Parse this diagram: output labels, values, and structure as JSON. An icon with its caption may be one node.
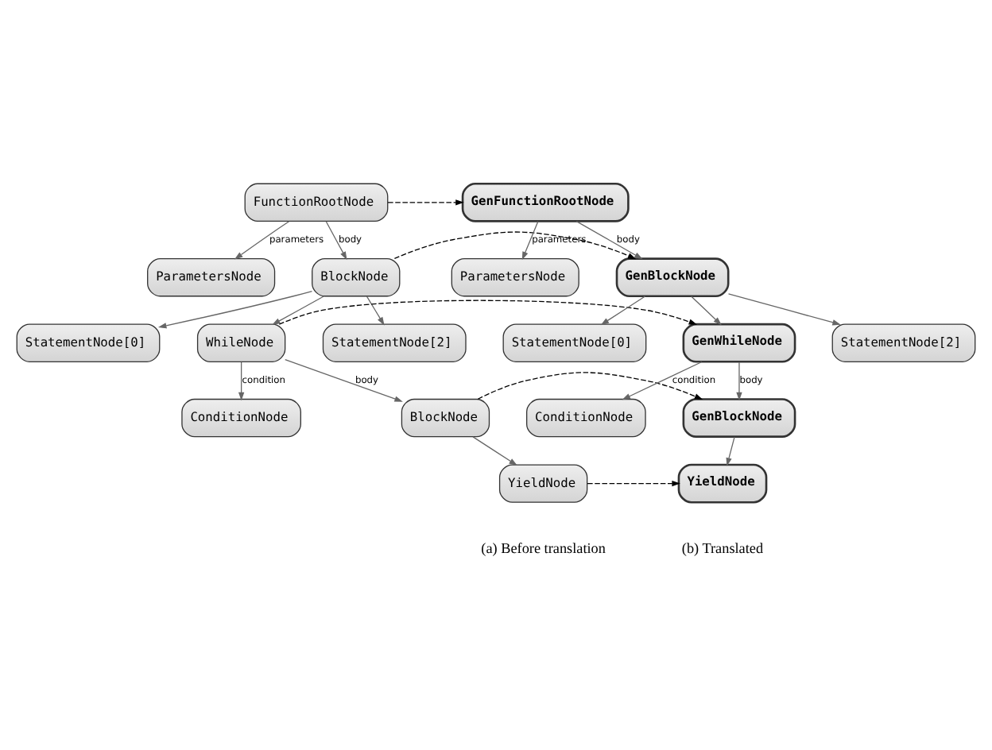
{
  "diagram": {
    "nodes": [
      {
        "text": [
          "FunctionRootNode"
        ]
      },
      {
        "text": [
          "ParametersNode"
        ]
      },
      {
        "text": [
          "BlockNode"
        ]
      },
      {
        "text": [
          "StatementNode[0]"
        ]
      },
      {
        "text": [
          "WhileNode"
        ]
      },
      {
        "text": [
          "ConditionNode"
        ]
      },
      {
        "text": [
          "BlockNode"
        ]
      },
      {
        "text": [
          "YieldNode"
        ]
      },
      {
        "text": [
          "StatementNode[2]"
        ]
      },
      {
        "text": [
          "GenFunctionRootNode"
        ]
      },
      {
        "text": [
          "ParametersNode"
        ]
      },
      {
        "text": [
          "GenBlockNode"
        ]
      },
      {
        "text": [
          "StatementNode[0]"
        ]
      },
      {
        "text": [
          "GenWhileNode"
        ]
      },
      {
        "text": [
          "ConditionNode"
        ]
      },
      {
        "text": [
          "GenBlockNode"
        ]
      },
      {
        "text": [
          "YieldNode"
        ]
      },
      {
        "text": [
          "StatementNode[2]"
        ]
      }
    ],
    "edges": [
      {
        "from": 0,
        "to": 1,
        "arrow": "to",
        "label": "parameters"
      },
      {
        "from": 0,
        "to": 2,
        "arrow": "to",
        "label": "body"
      },
      {
        "from": 2,
        "to": 3,
        "arrow": "to"
      },
      {
        "from": 2,
        "to": 4,
        "arrow": "to"
      },
      {
        "from": 4,
        "to": 5,
        "arrow": "to",
        "label": "condition"
      },
      {
        "from": 4,
        "to": 6,
        "arrow": "to",
        "label": "body"
      },
      {
        "from": 6,
        "to": 7,
        "arrow": "to"
      },
      {
        "from": 2,
        "to": 8,
        "arrow": "to"
      },
      {
        "from": 9,
        "to": 10,
        "arrow": "to",
        "label": "parameters"
      },
      {
        "from": 9,
        "to": 11,
        "arrow": "to",
        "label": "body"
      },
      {
        "from": 11,
        "to": 12,
        "arrow": "to"
      },
      {
        "from": 11,
        "to": 13,
        "arrow": "to"
      },
      {
        "from": 13,
        "to": 14,
        "arrow": "to",
        "label": "condition"
      },
      {
        "from": 13,
        "to": 15,
        "arrow": "to",
        "label": "body"
      },
      {
        "from": 15,
        "to": 16,
        "arrow": "to"
      },
      {
        "from": 11,
        "to": 17,
        "arrow": "to"
      },
      {
        "from": 0,
        "to": 9,
        "arrow": "to",
        "style": "dashed",
        "color": "#000000"
      },
      {
        "from": 2,
        "to": 11,
        "arrow": "to",
        "style": "dashed",
        "color": "#000000"
      },
      {
        "from": 4,
        "to": 13,
        "arrow": "to",
        "style": "dashed",
        "color": "#000000"
      },
      {
        "from": 6,
        "to": 15,
        "arrow": "to",
        "style": "dashed",
        "color": "#000000"
      },
      {
        "from": 7,
        "to": 16,
        "arrow": "to",
        "style": "dashed",
        "color": "#000000"
      }
    ],
    "labels": [
      "(a) Before translation",
      "(b) Translated"
    ]
  }
}
